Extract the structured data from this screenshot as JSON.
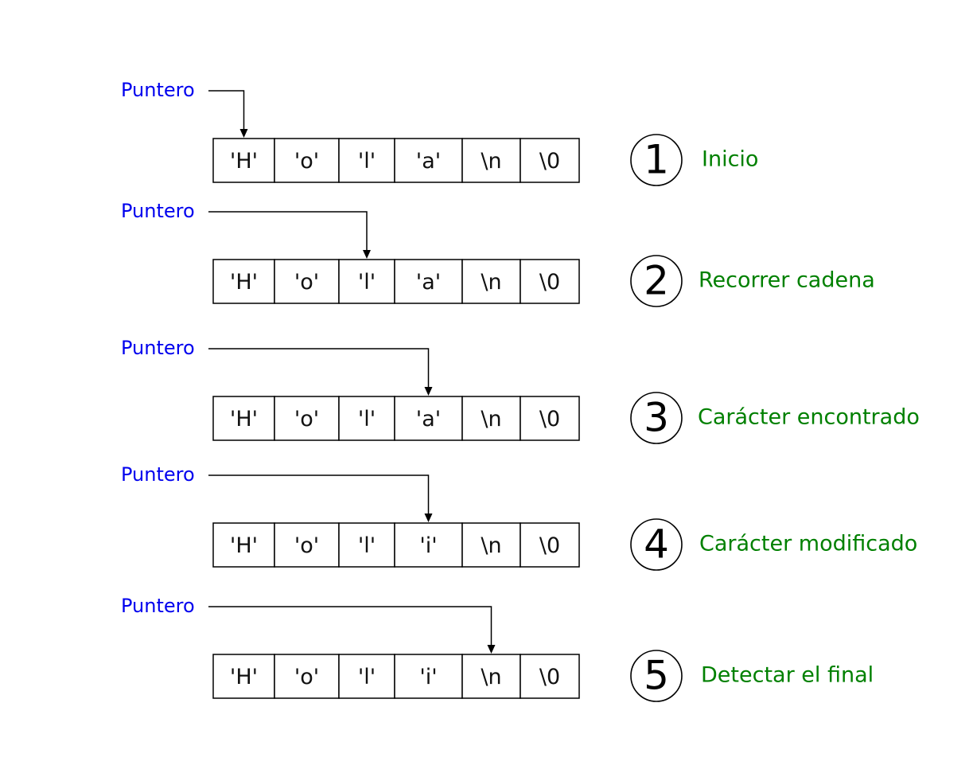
{
  "colors": {
    "pointer_label": "#0000ee",
    "step_title": "#008000",
    "stroke": "#000000"
  },
  "steps": [
    {
      "number": "1",
      "title": "Inicio",
      "pointer_label": "Puntero",
      "pointer_index": 0,
      "cells": [
        "'H'",
        "'o'",
        "'l'",
        "'a'",
        "\\n",
        "\\0"
      ]
    },
    {
      "number": "2",
      "title": "Recorrer cadena",
      "pointer_label": "Puntero",
      "pointer_index": 2,
      "cells": [
        "'H'",
        "'o'",
        "'l'",
        "'a'",
        "\\n",
        "\\0"
      ]
    },
    {
      "number": "3",
      "title": "Carácter encontrado",
      "pointer_label": "Puntero",
      "pointer_index": 3,
      "cells": [
        "'H'",
        "'o'",
        "'l'",
        "'a'",
        "\\n",
        "\\0"
      ]
    },
    {
      "number": "4",
      "title": "Carácter modificado",
      "pointer_label": "Puntero",
      "pointer_index": 3,
      "cells": [
        "'H'",
        "'o'",
        "'l'",
        "'i'",
        "\\n",
        "\\0"
      ]
    },
    {
      "number": "5",
      "title": "Detectar el final",
      "pointer_label": "Puntero",
      "pointer_index": 4,
      "cells": [
        "'H'",
        "'o'",
        "'l'",
        "'i'",
        "\\n",
        "\\0"
      ]
    }
  ]
}
